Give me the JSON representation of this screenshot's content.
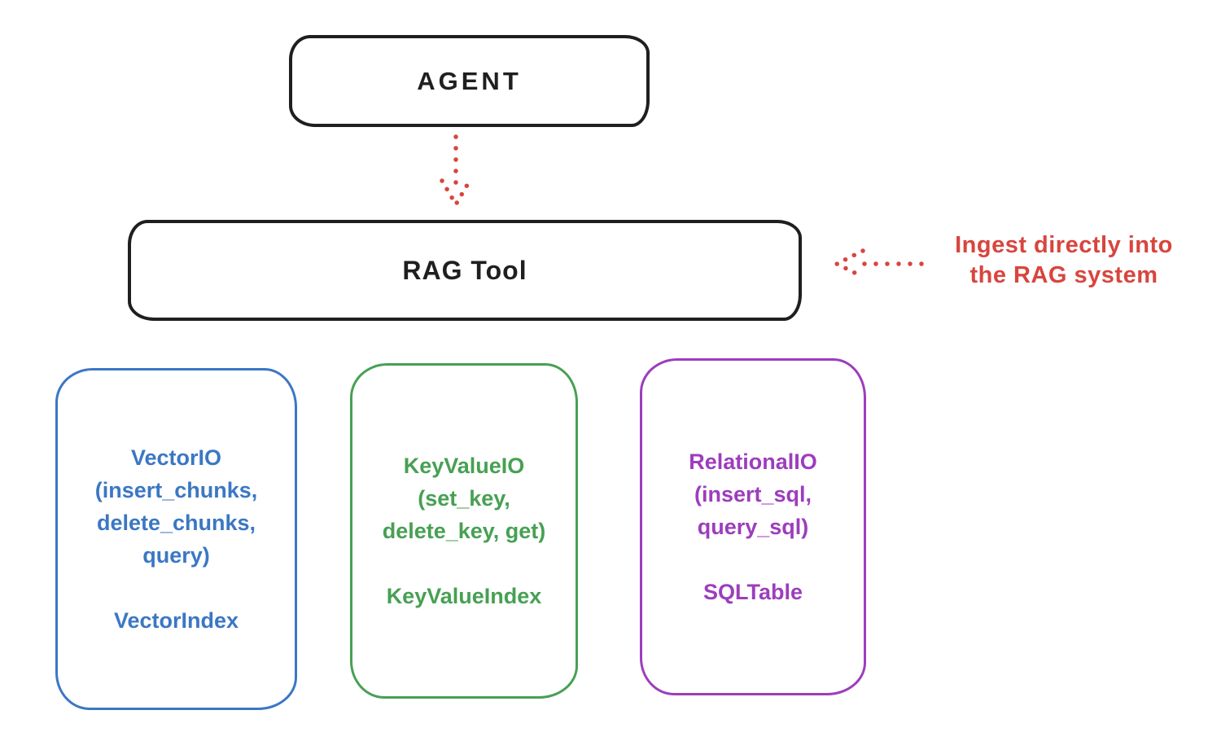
{
  "colors": {
    "ink": "#1f1f1f",
    "red": "#d8453e",
    "blue": "#3b77c4",
    "green": "#47a053",
    "purple": "#9d3dbd",
    "background": "#ffffff"
  },
  "agent": {
    "label": "AGENT"
  },
  "rag_tool": {
    "label": "RAG Tool"
  },
  "annotation": {
    "line1": "Ingest directly into",
    "line2": "the RAG system"
  },
  "arrows": [
    {
      "name": "agent-to-rag-tool",
      "style": "dotted",
      "direction": "down"
    },
    {
      "name": "ingest-into-rag",
      "style": "dotted",
      "direction": "left"
    }
  ],
  "backends": [
    {
      "name": "vector",
      "color": "#3b77c4",
      "io_text": "VectorIO\n(insert_chunks,\ndelete_chunks,\nquery)",
      "index_text": "VectorIndex"
    },
    {
      "name": "keyvalue",
      "color": "#47a053",
      "io_text": "KeyValueIO\n(set_key,\ndelete_key, get)",
      "index_text": "KeyValueIndex"
    },
    {
      "name": "relational",
      "color": "#9d3dbd",
      "io_text": "RelationalIO\n(insert_sql,\nquery_sql)",
      "index_text": "SQLTable"
    }
  ]
}
